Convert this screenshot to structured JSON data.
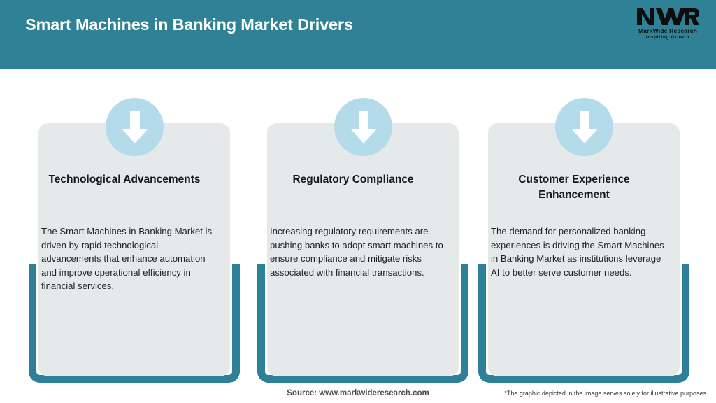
{
  "header": {
    "title": "Smart Machines in Banking Market Drivers",
    "bar_color": "#2f8296"
  },
  "logo": {
    "mark_text": "MWR",
    "company": "MarkWide Research",
    "tagline": "Inspiring Growth"
  },
  "theme": {
    "teal": "#2e8098",
    "card_grey": "#e5e9ea",
    "circle_blue": "#b3dbe9",
    "title_text": "#16191c"
  },
  "cards": [
    {
      "icon": "down-arrow-icon",
      "title": "Technological Advancements",
      "body": "The Smart Machines in Banking Market is driven by rapid technological advancements that enhance automation and improve operational efficiency in financial services."
    },
    {
      "icon": "down-arrow-icon",
      "title": "Regulatory Compliance",
      "body": "Increasing regulatory requirements are pushing banks to adopt smart machines to ensure compliance and mitigate risks associated with financial transactions."
    },
    {
      "icon": "down-arrow-icon",
      "title": "Customer Experience Enhancement",
      "body": "The demand for personalized banking experiences is driving the Smart Machines in Banking Market as institutions leverage AI to better serve customer needs."
    }
  ],
  "footer": {
    "source": "Source: www.markwideresearch.com",
    "disclaimer": "*The graphic depicted in the image serves solely for illustrative purposes"
  }
}
